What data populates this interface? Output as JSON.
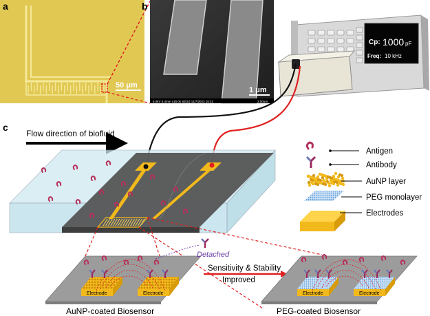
{
  "panels": {
    "a": {
      "label": "a",
      "scale_bar": "50 μm"
    },
    "b": {
      "label": "b",
      "scale_bar": "1 μm",
      "sem_info": "5.0kV 5.4mm x15.0k SE(U) 11/7/2023 15:21",
      "sem_scale": "3.00um"
    },
    "c": {
      "label": "c"
    }
  },
  "meter": {
    "cp_label": "Cp:",
    "cp_value": "1000",
    "cp_unit": "pF",
    "freq_label": "Freq:",
    "freq_value": "10 kHz"
  },
  "flow": {
    "text": "Flow direction of biofluid"
  },
  "legend": {
    "antigen": "Antigen",
    "antibody": "Antibody",
    "aunp": "AuNP layer",
    "peg": "PEG monolayer",
    "electrodes": "Electrodes"
  },
  "bottom": {
    "detached": "Detached",
    "arrow_line1": "Sensitivity & Stability",
    "arrow_line2": "Improved",
    "left_caption": "AuNP-coated Biosensor",
    "right_caption": "PEG-coated Biosensor",
    "electrode_label": "Electrode"
  },
  "colors": {
    "gold": "#f2b91c",
    "red": "#e02020",
    "antigen": "#b5305a",
    "peg_blue": "#9fc8ec",
    "chip_gray": "#5a5a5a"
  }
}
